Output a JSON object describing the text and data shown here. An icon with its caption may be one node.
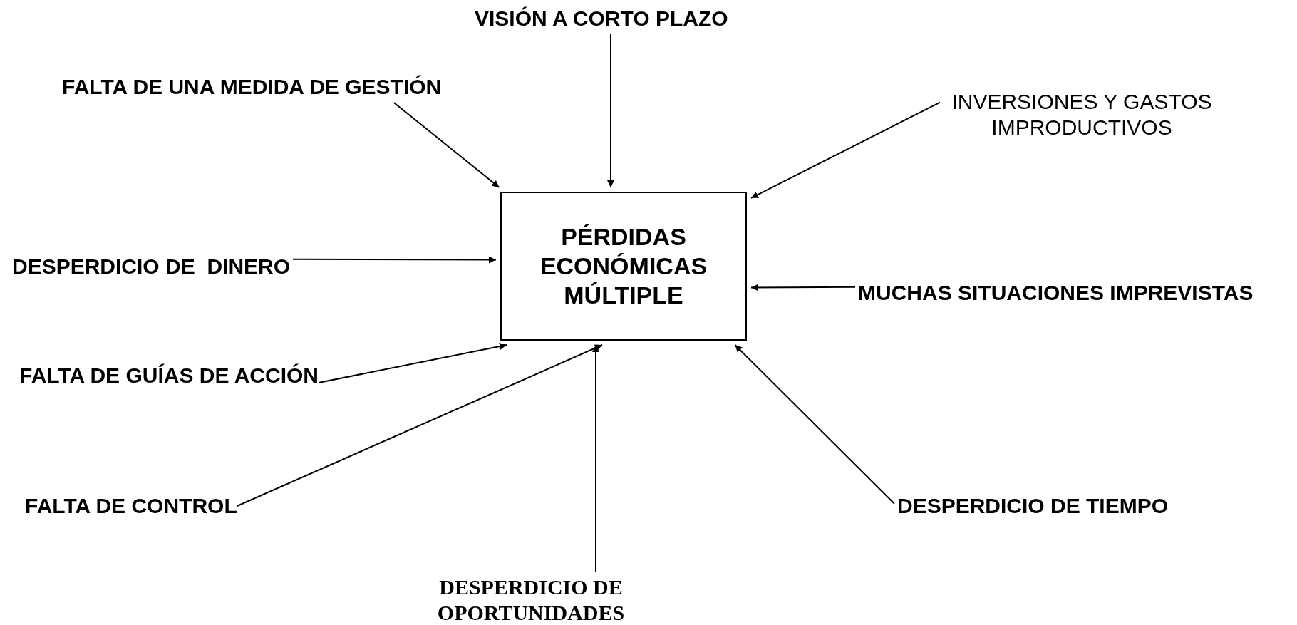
{
  "diagram": {
    "nodes": [
      {
        "text": [
          "VISIÓN A CORTO PLAZO"
        ]
      },
      {
        "text": [
          "FALTA DE UNA MEDIDA DE GESTIÓN"
        ]
      },
      {
        "text": [
          "INVERSIONES Y GASTOS IMPRODUCTIVOS"
        ]
      },
      {
        "text": [
          "DESPERDICIO DE  DINERO"
        ]
      },
      {
        "text": [
          "PÉRDIDAS ECONÓMICAS MÚLTIPLE"
        ]
      },
      {
        "text": [
          "MUCHAS SITUACIONES IMPREVISTAS"
        ]
      },
      {
        "text": [
          "FALTA DE GUÍAS DE ACCIÓN"
        ]
      },
      {
        "text": [
          "FALTA DE CONTROL"
        ]
      },
      {
        "text": [
          "DESPERDICIO DE TIEMPO"
        ]
      },
      {
        "text": [
          "DESPERDICIO DE OPORTUNIDADES"
        ]
      }
    ],
    "edges": [
      {
        "from": 0,
        "to": 4,
        "arrow": "to"
      },
      {
        "from": 1,
        "to": 4,
        "arrow": "to"
      },
      {
        "from": 2,
        "to": 4,
        "arrow": "to"
      },
      {
        "from": 3,
        "to": 4,
        "arrow": "to"
      },
      {
        "from": 5,
        "to": 4,
        "arrow": "to"
      },
      {
        "from": 6,
        "to": 4,
        "arrow": "to"
      },
      {
        "from": 7,
        "to": 4,
        "arrow": "to"
      },
      {
        "from": 8,
        "to": 4,
        "arrow": "to"
      },
      {
        "from": 9,
        "to": 4,
        "arrow": "to"
      }
    ]
  }
}
